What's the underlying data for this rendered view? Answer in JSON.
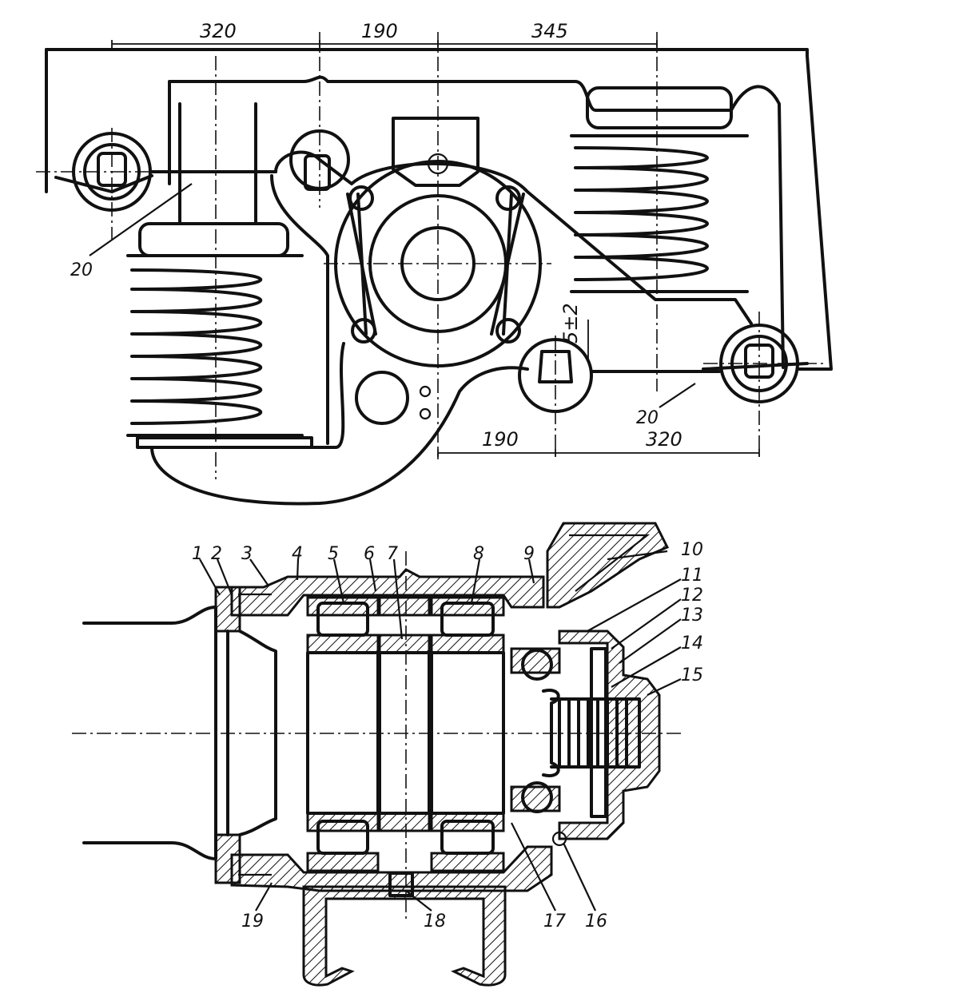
{
  "upper_view": {
    "dimensions_top": [
      "320",
      "190",
      "345"
    ],
    "dimensions_bottom": [
      "190",
      "320"
    ],
    "clearance_label": "5±2",
    "callouts": [
      "20",
      "20"
    ]
  },
  "lower_view": {
    "callouts": [
      "1",
      "2",
      "3",
      "4",
      "5",
      "6",
      "7",
      "8",
      "9",
      "10",
      "11",
      "12",
      "13",
      "14",
      "15",
      "16",
      "17",
      "18",
      "19"
    ]
  }
}
